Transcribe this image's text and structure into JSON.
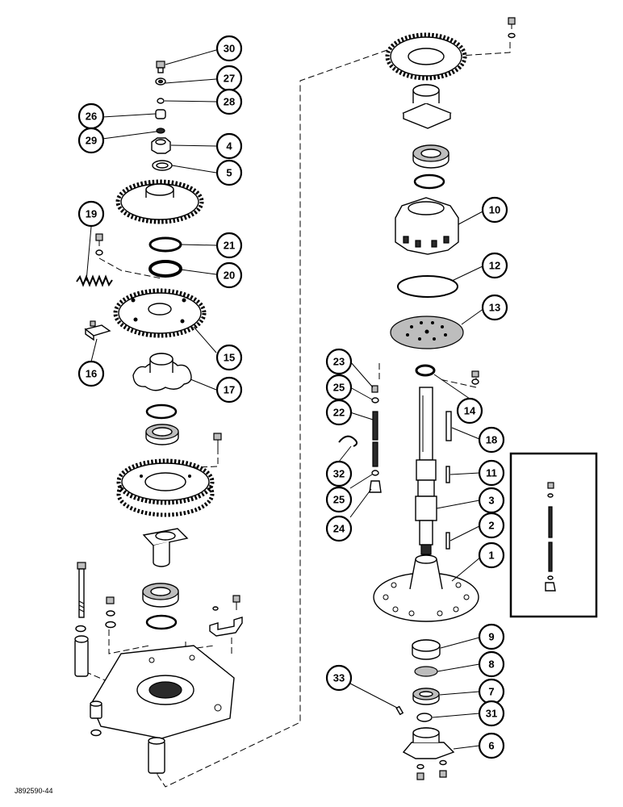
{
  "figure": {
    "reference_code": "J892590-44"
  },
  "callouts": [
    "30",
    "27",
    "28",
    "26",
    "29",
    "4",
    "5",
    "19",
    "21",
    "20",
    "15",
    "16",
    "17",
    "10",
    "12",
    "13",
    "14",
    "23",
    "25",
    "22",
    "18",
    "32",
    "11",
    "3",
    "2",
    "24",
    "1",
    "9",
    "8",
    "33",
    "7",
    "31",
    "6"
  ]
}
